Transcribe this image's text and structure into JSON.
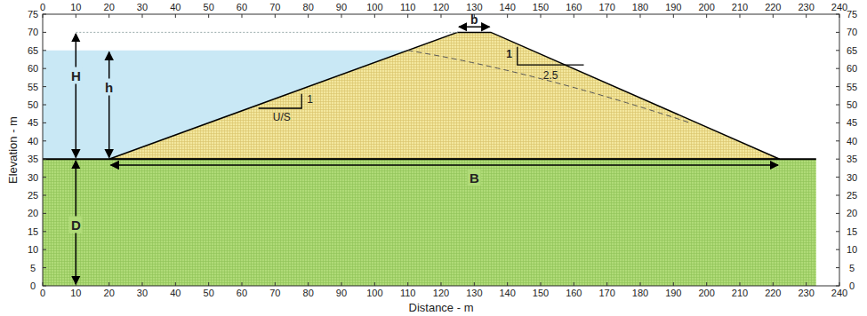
{
  "diagram": {
    "labels": [
      "0",
      "10",
      "20",
      "30",
      "40",
      "50",
      "60",
      "70",
      "80",
      "90",
      "100",
      "110",
      "120",
      "130",
      "140",
      "150",
      "160",
      "170",
      "180",
      "190",
      "200",
      "210",
      "220",
      "230",
      "240",
      "0",
      "10",
      "20",
      "30",
      "40",
      "50",
      "60",
      "70",
      "80",
      "90",
      "100",
      "110",
      "120",
      "130",
      "140",
      "150",
      "160",
      "170",
      "180",
      "190",
      "200",
      "210",
      "220",
      "230",
      "240",
      "0",
      "5",
      "10",
      "15",
      "20",
      "25",
      "30",
      "35",
      "40",
      "45",
      "50",
      "55",
      "60",
      "65",
      "70",
      "75",
      "0",
      "5",
      "10",
      "15",
      "20",
      "25",
      "30",
      "35",
      "40",
      "45",
      "50",
      "55",
      "60",
      "65",
      "70",
      "75",
      "Elevation - m",
      "Distance - m",
      "H",
      "h",
      "D",
      "B",
      "b",
      "U/S",
      "1",
      "1",
      "2.5"
    ]
  }
}
